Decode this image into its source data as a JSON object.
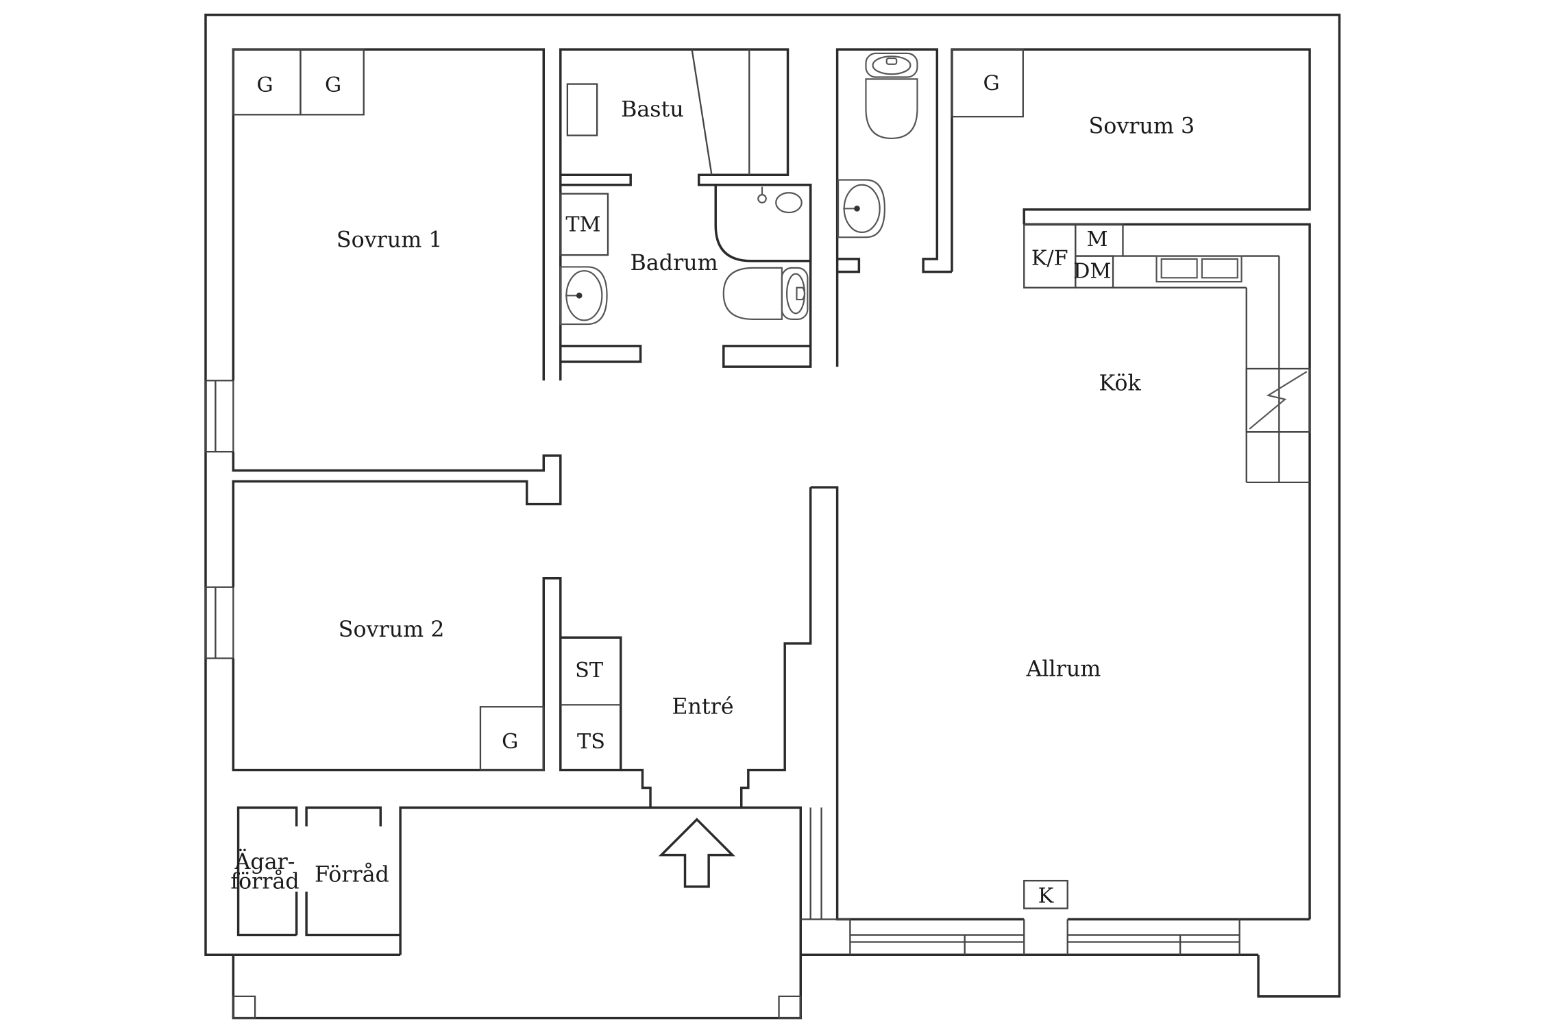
{
  "rooms": {
    "sovrum1": "Sovrum 1",
    "sovrum2": "Sovrum 2",
    "sovrum3": "Sovrum 3",
    "bastu": "Bastu",
    "badrum": "Badrum",
    "kok": "Kök",
    "allrum": "Allrum",
    "entre": "Entré",
    "forrad": "Förråd",
    "agarforrad_1": "Ägar-",
    "agarforrad_2": "förråd"
  },
  "fixtures": {
    "g": "G",
    "tm": "TM",
    "kf": "K/F",
    "m": "M",
    "dm": "DM",
    "st": "ST",
    "ts": "TS",
    "k": "K"
  },
  "icons": {
    "entrance": "arrow-up-icon",
    "stove": "lightning-icon",
    "toilet": "toilet-icon",
    "sink": "sink-icon"
  }
}
